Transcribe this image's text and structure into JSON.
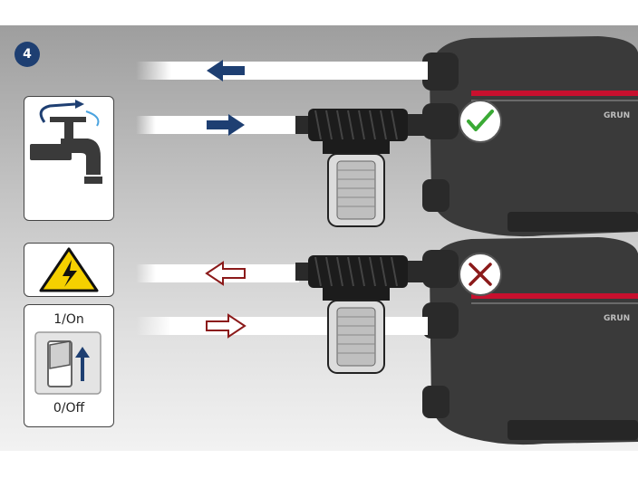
{
  "step": {
    "number": "4"
  },
  "switch_panel": {
    "on_label": "1/On",
    "off_label": "0/Off"
  },
  "pump": {
    "brand_text_top": "GRUN",
    "brand_text_bottom": "GRUN"
  },
  "scenarios": [
    {
      "name": "correct",
      "result_icon": "check-icon",
      "arrow_style": "filled"
    },
    {
      "name": "incorrect",
      "result_icon": "cross-icon",
      "arrow_style": "outline"
    }
  ],
  "colors": {
    "badge": "#1e3f72",
    "arrow_filled": "#1e3f72",
    "arrow_outline": "#8b1a1a",
    "check": "#3aaa35",
    "cross": "#8b1a1a",
    "warning_yellow": "#f5d000",
    "pump_body": "#3a3a3a",
    "pump_stripe": "#c8102e"
  }
}
